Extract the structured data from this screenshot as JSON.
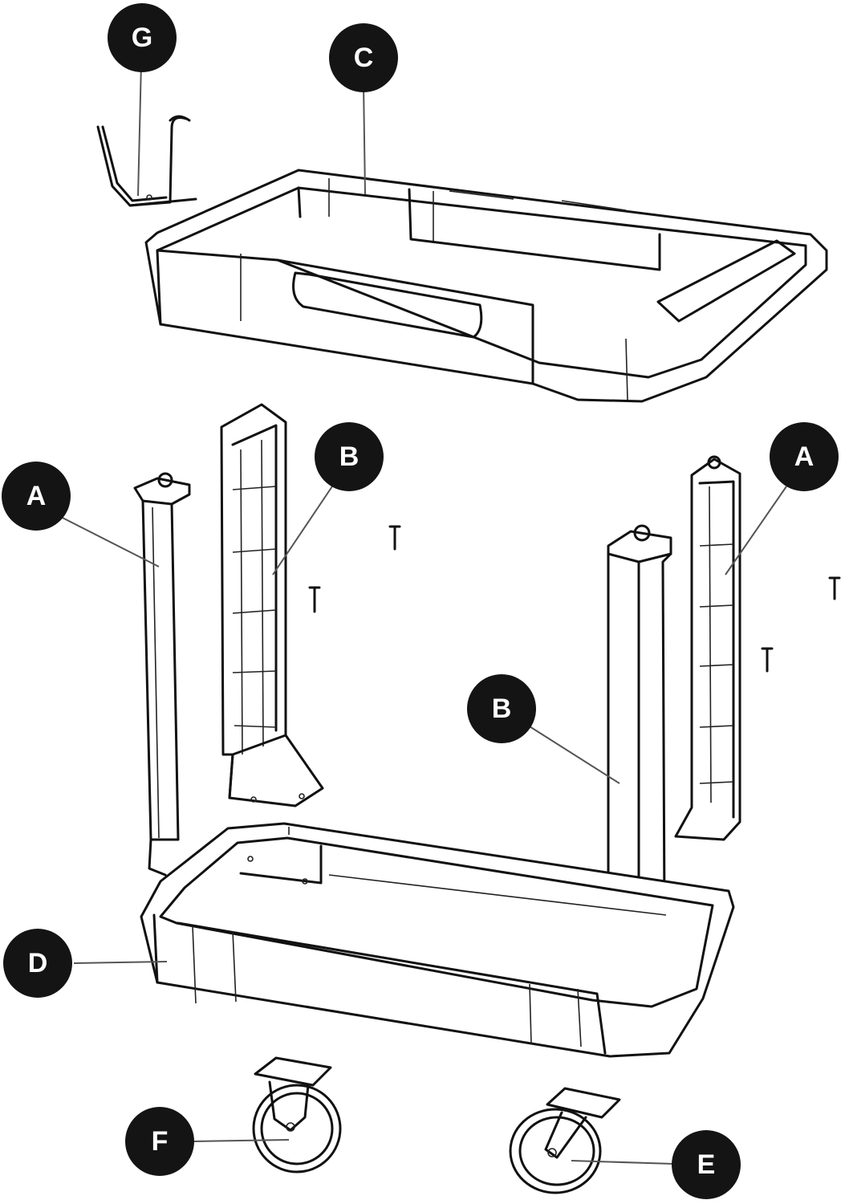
{
  "callouts": {
    "g": "G",
    "c": "C",
    "a_left": "A",
    "b_left": "B",
    "a_right": "A",
    "b_right": "B",
    "d": "D",
    "f": "F",
    "e": "E"
  }
}
